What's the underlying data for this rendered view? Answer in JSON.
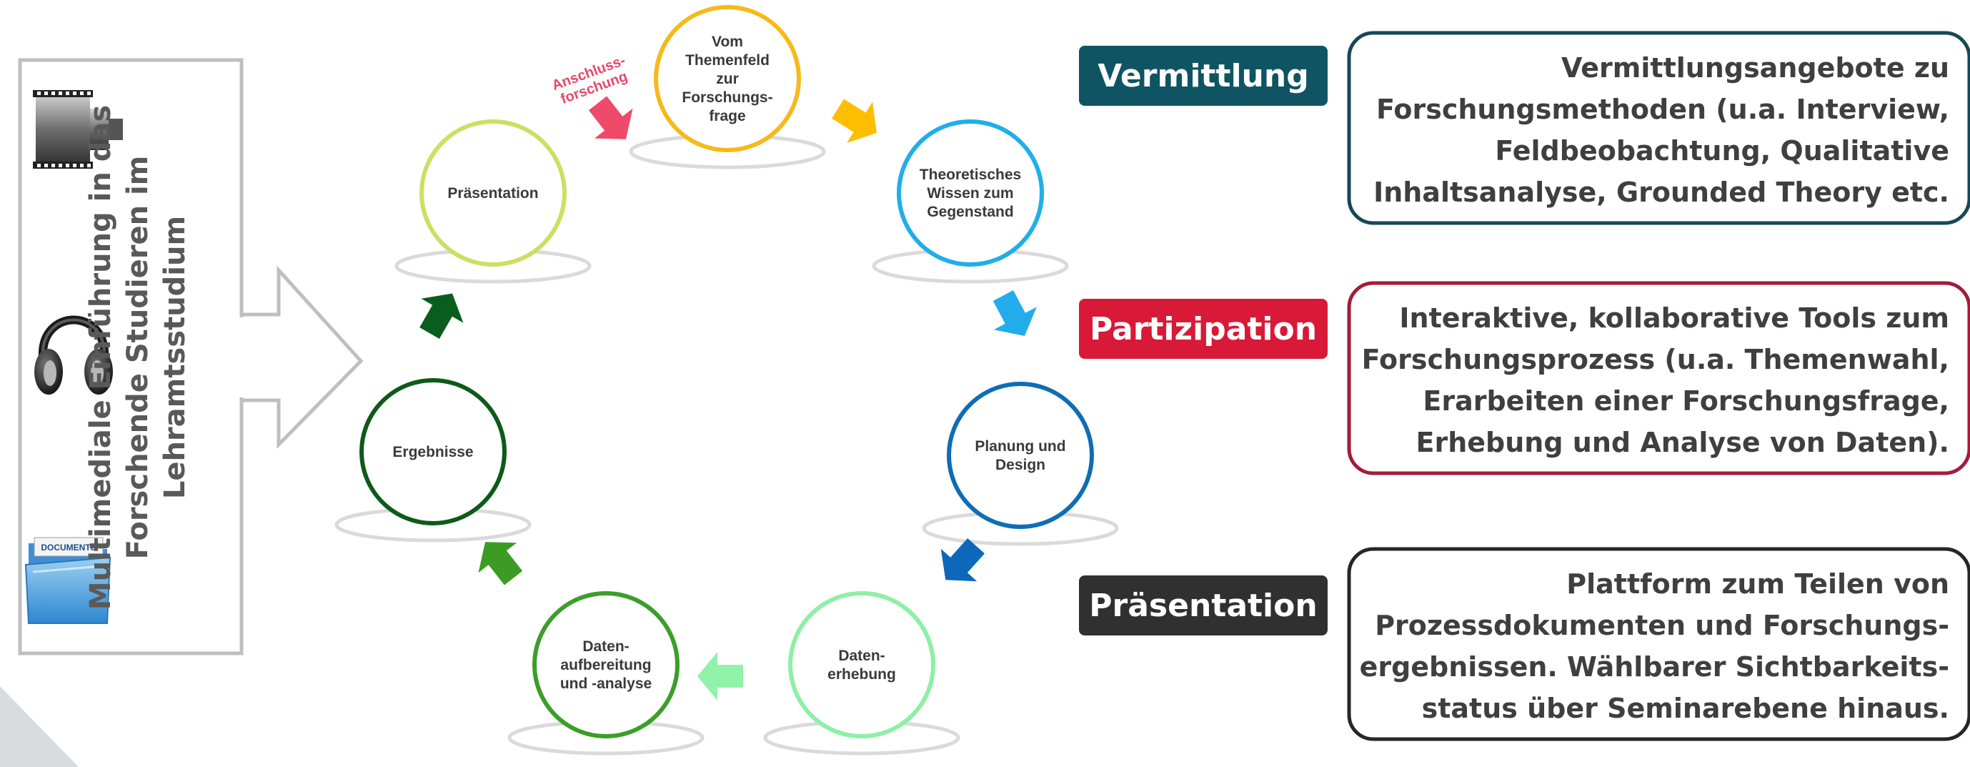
{
  "sidebar": {
    "title_lines": [
      "Multimediale Einführung in das",
      "Forschende Studieren im",
      "Lehramtsstudium"
    ],
    "icons": [
      "film-strip-icon",
      "headphones-icon",
      "documents-folder-icon"
    ],
    "documents_label": "DOCUMENTS"
  },
  "cycle": {
    "feedback_label_lines": [
      "Anschluss-",
      "forschung"
    ],
    "steps": [
      {
        "id": "themenfeld",
        "lines": [
          "Vom",
          "Themenfeld",
          "zur",
          "Forschungs-",
          "frage"
        ],
        "color": "#F7B91A"
      },
      {
        "id": "wissen",
        "lines": [
          "Theoretisches",
          "Wissen zum",
          "Gegenstand"
        ],
        "color": "#20AEEA"
      },
      {
        "id": "planung",
        "lines": [
          "Planung und",
          "Design"
        ],
        "color": "#0E6DB5"
      },
      {
        "id": "erhebung",
        "lines": [
          "Daten-",
          "erhebung"
        ],
        "color": "#8EEFA6"
      },
      {
        "id": "aufbereitung",
        "lines": [
          "Daten-",
          "aufbereitung",
          "und -analyse"
        ],
        "color": "#3C9E2A"
      },
      {
        "id": "ergebnisse",
        "lines": [
          "Ergebnisse"
        ],
        "color": "#0D5A19"
      },
      {
        "id": "praesentation",
        "lines": [
          "Präsentation"
        ],
        "color": "#CFDE63"
      }
    ],
    "arrows": [
      {
        "id": "feedback",
        "color": "#EF4A69"
      },
      {
        "id": "a1",
        "color": "#FDBE00"
      },
      {
        "id": "a2",
        "color": "#22ACEC"
      },
      {
        "id": "a3",
        "color": "#0D67BA"
      },
      {
        "id": "a4",
        "color": "#91F2AA"
      },
      {
        "id": "a5",
        "color": "#3B9B23"
      },
      {
        "id": "a6",
        "color": "#0A5E1D"
      }
    ]
  },
  "features": [
    {
      "id": "vermittlung",
      "tag": "Vermittlung",
      "tag_color": "#0F5463",
      "border_color": "#164858",
      "lines": [
        "Vermittlungsangebote zu",
        "Forschungsmethoden (u.a. Interview,",
        "Feldbeobachtung, Qualitative",
        "Inhaltsanalyse, Grounded Theory etc."
      ]
    },
    {
      "id": "partizipation",
      "tag": "Partizipation",
      "tag_color": "#D81937",
      "border_color": "#A31C3A",
      "lines": [
        "Interaktive, kollaborative Tools zum",
        "Forschungsprozess (u.a. Themenwahl,",
        "Erarbeiten einer Forschungsfrage,",
        "Erhebung und Analyse von Daten)."
      ]
    },
    {
      "id": "praesentation",
      "tag": "Präsentation",
      "tag_color": "#303030",
      "border_color": "#262626",
      "lines": [
        "Plattform zum Teilen von",
        "Prozessdokumenten und Forschungs-",
        "ergebnissen. Wählbarer Sichtbarkeits-",
        "status über Seminarebene hinaus."
      ]
    }
  ]
}
